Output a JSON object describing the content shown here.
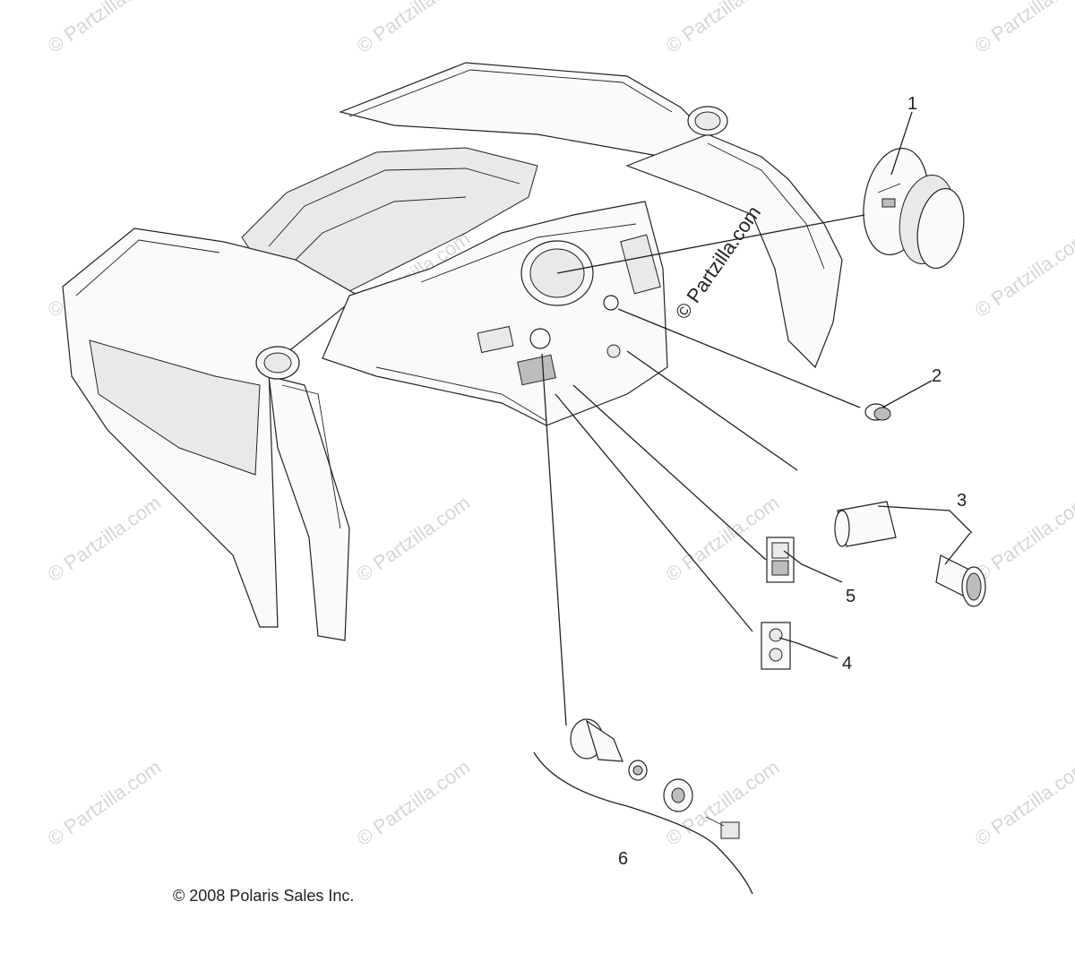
{
  "watermarks": {
    "text": "© Partzilla.com",
    "center_text": "© Partzilla.com"
  },
  "callouts": [
    {
      "number": "1"
    },
    {
      "number": "2"
    },
    {
      "number": "3"
    },
    {
      "number": "4"
    },
    {
      "number": "5"
    },
    {
      "number": "6"
    }
  ],
  "copyright": "© 2008 Polaris Sales Inc."
}
